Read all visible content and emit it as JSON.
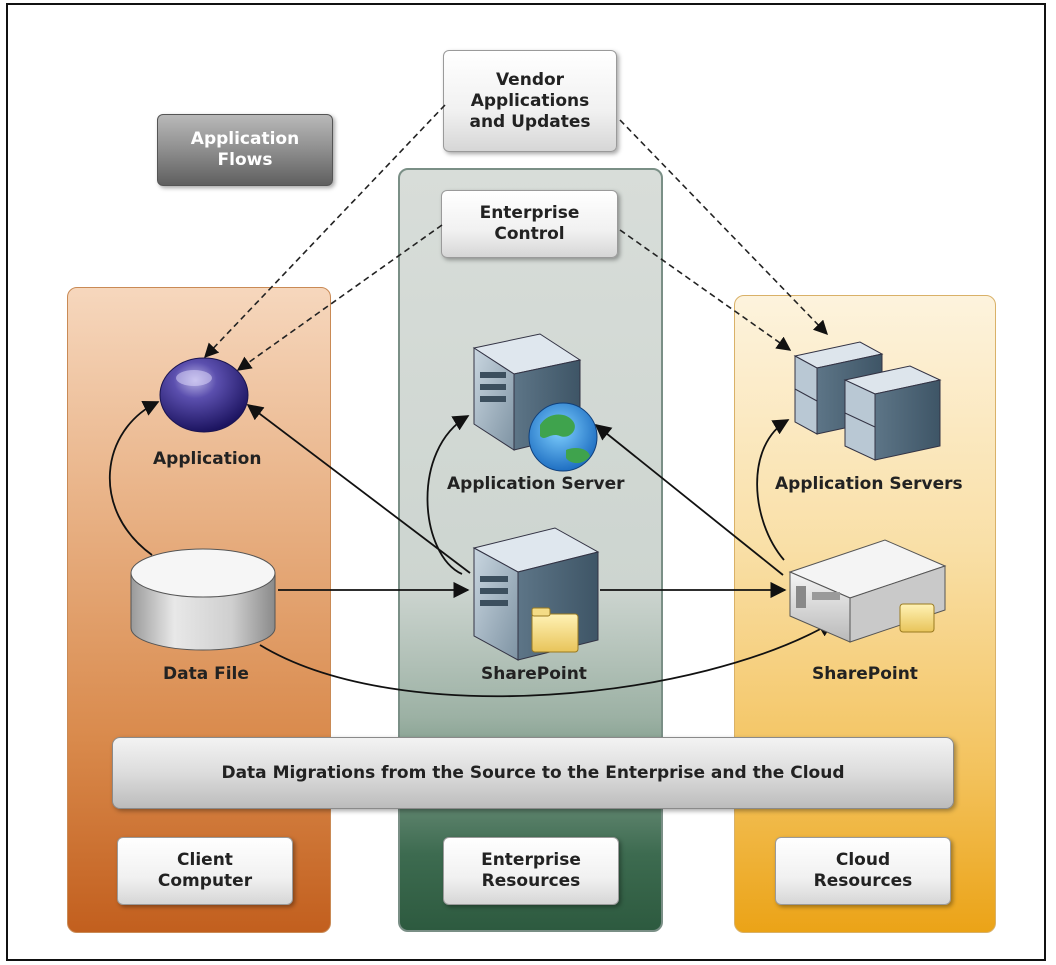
{
  "top_boxes": {
    "vendor": "Vendor\nApplications\nand Updates",
    "app_flows": "Application\nFlows",
    "enterprise_control": "Enterprise\nControl"
  },
  "labels": {
    "application": "Application",
    "data_file": "Data File",
    "application_server": "Application Server",
    "sharepoint_enterprise": "SharePoint",
    "application_servers": "Application Servers",
    "sharepoint_cloud": "SharePoint"
  },
  "banner": "Data Migrations from the Source to the Enterprise and the Cloud",
  "columns": {
    "client": "Client\nComputer",
    "enterprise": "Enterprise\nResources",
    "cloud": "Cloud\nResources"
  }
}
